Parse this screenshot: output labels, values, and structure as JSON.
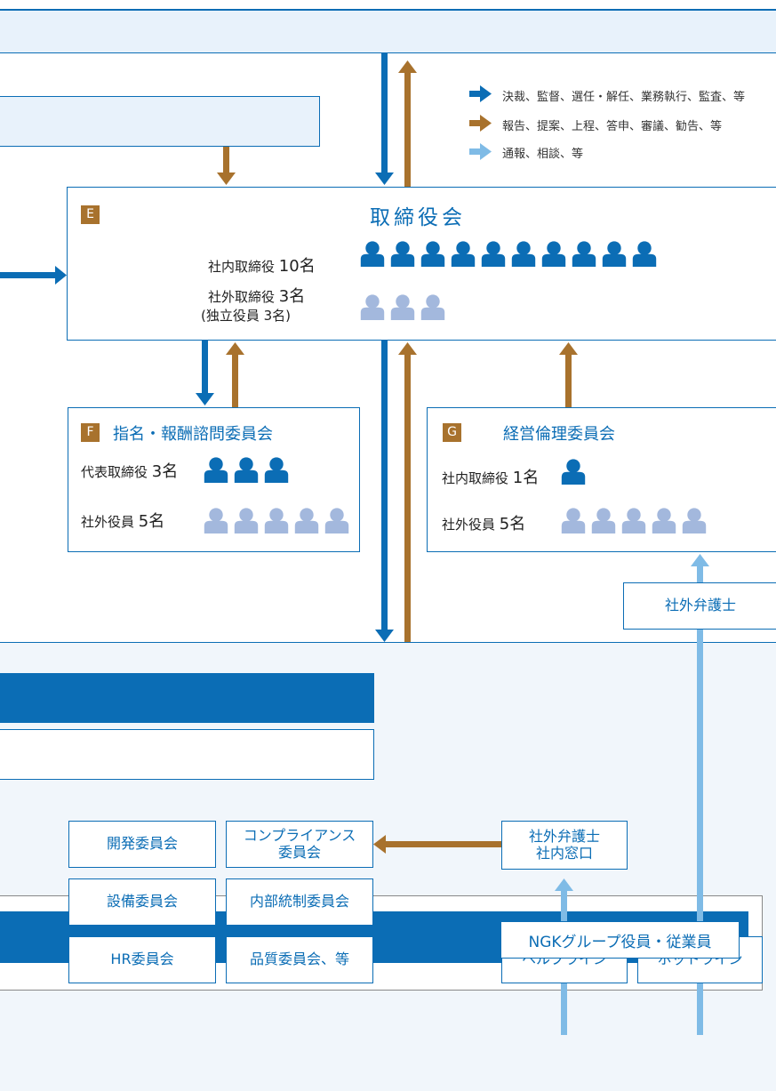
{
  "legend": [
    {
      "label": "決裁、監督、選任・解任、業務執行、監査、等",
      "color": "#0b6db5"
    },
    {
      "label": "報告、提案、上程、答申、審議、勧告、等",
      "color": "#a8722d"
    },
    {
      "label": "通報、相談、等",
      "color": "#7fbbe6"
    }
  ],
  "board": {
    "tag": "E",
    "title": "取締役会",
    "internal_label": "社内取締役",
    "internal_count": "10名",
    "internal_people": 10,
    "external_label": "社外取締役",
    "external_count": "3名",
    "independent_label": "(独立役員 3名)",
    "external_people": 3
  },
  "nomination": {
    "tag": "F",
    "title": "指名・報酬諮問委員会",
    "rep_label": "代表取締役",
    "rep_count": "3名",
    "rep_people": 3,
    "outside_label": "社外役員",
    "outside_count": "5名",
    "outside_people": 5
  },
  "ethics": {
    "tag": "G",
    "title": "経営倫理委員会",
    "internal_label": "社内取締役",
    "internal_count": "1名",
    "internal_people": 1,
    "outside_label": "社外役員",
    "outside_count": "5名",
    "outside_people": 5
  },
  "outside_lawyer": "社外弁護士",
  "committees": [
    "開発委員会",
    "コンプライアンス\n委員会",
    "設備委員会",
    "内部統制委員会",
    "HR委員会",
    "品質委員会、等"
  ],
  "window_box": "社外弁護士\n社内窓口",
  "helpline": "ヘルプライン",
  "hotline": "ホットライン",
  "group": "NGKグループ役員・従業員",
  "colors": {
    "blue": "#0b6db5",
    "brown": "#a8722d",
    "light": "#7fbbe6",
    "person_light": "#a3b8dd"
  }
}
